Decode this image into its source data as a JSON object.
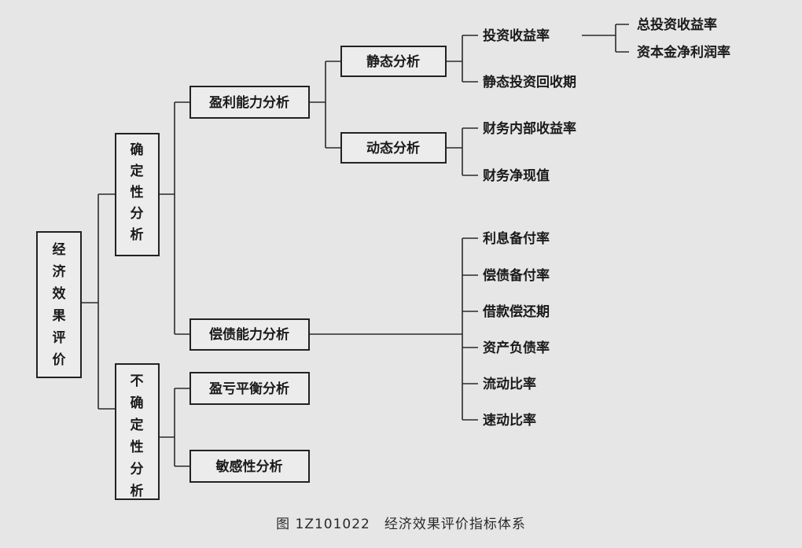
{
  "diagram": {
    "root": "经济效果评价",
    "determinate": "确定性分析",
    "indeterminate": "不确定性分析",
    "profitability": "盈利能力分析",
    "solvency": "偿债能力分析",
    "breakeven": "盈亏平衡分析",
    "sensitivity": "敏感性分析",
    "static": "静态分析",
    "dynamic": "动态分析",
    "roi": "投资收益率",
    "total_roi": "总投资收益率",
    "roe": "资本金净利润率",
    "static_payback": "静态投资回收期",
    "firr": "财务内部收益率",
    "fnpv": "财务净现值",
    "interest_cov": "利息备付率",
    "debt_cov": "偿债备付率",
    "loan_repay": "借款偿还期",
    "debt_ratio": "资产负债率",
    "current_ratio": "流动比率",
    "quick_ratio": "速动比率"
  },
  "caption": "图 1Z101022　经济效果评价指标体系"
}
